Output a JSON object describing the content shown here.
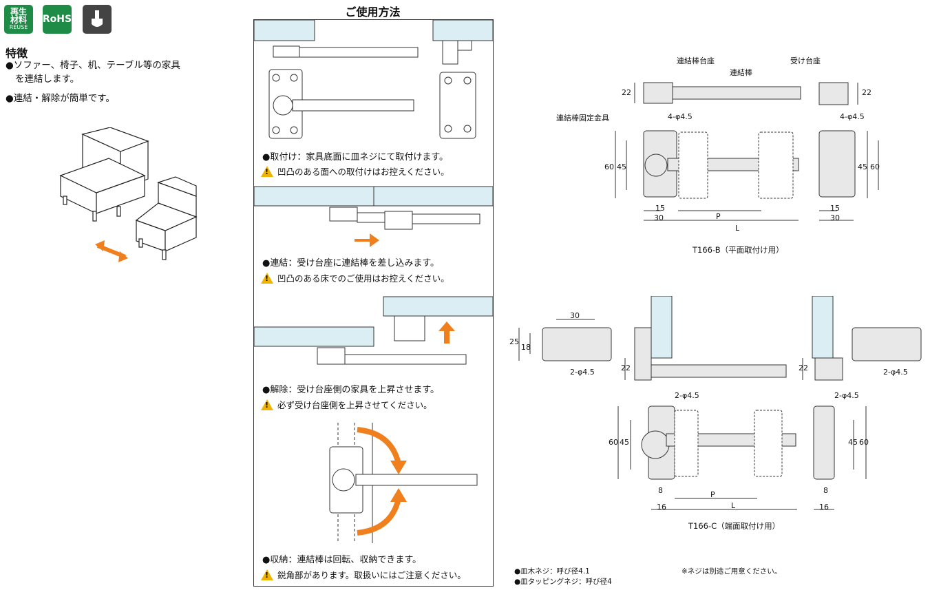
{
  "badges": {
    "recycle_line1": "再生",
    "recycle_line2": "材料",
    "recycle_sub": "REUSE",
    "rohs": "RoHS"
  },
  "features": {
    "title": "特徴",
    "items": [
      "●ソファー、椅子、机、テーブル等の家具",
      "を連結します。",
      "●連結・解除が簡単です。"
    ]
  },
  "usage": {
    "title": "ご使用方法",
    "steps": [
      {
        "text": "●取付け：家具底面に皿ネジにて取付けます。",
        "warning": "凹凸のある面への取付けはお控えください。"
      },
      {
        "text": "●連結：受け台座に連結棒を差し込みます。",
        "warning": "凹凸のある床でのご使用はお控えください。"
      },
      {
        "text": "●解除：受け台座側の家具を上昇させます。",
        "warning": "必ず受け台座側を上昇させてください。"
      },
      {
        "text": "●収納：連結棒は回転、収納できます。",
        "warning": "鋭角部があります。取扱いにはご注意ください。"
      }
    ],
    "warning_icon": "warning-triangle-icon",
    "accent_color": "#f07f1e"
  },
  "drawing_b": {
    "labels": {
      "base": "連結棒台座",
      "rod": "連結棒",
      "receiver": "受け台座",
      "bracket": "連結棒固定金具",
      "holes": "4-φ4.5",
      "holes_right": "4-φ4.5"
    },
    "dims": {
      "h22a": "22",
      "h22b": "22",
      "h60": "60",
      "h45": "45",
      "w15": "15",
      "w30": "30",
      "p": "P",
      "l": "L",
      "h45r": "45",
      "h60r": "60",
      "w15r": "15",
      "w30r": "30"
    },
    "caption": "T166-B（平面取付け用）"
  },
  "drawing_c": {
    "labels": {
      "w30": "30",
      "h25": "25",
      "h18": "18",
      "holes_a": "2-φ4.5",
      "holes_b": "2-φ4.5",
      "holes_c": "2-φ4.5",
      "holes_d": "2-φ4.5"
    },
    "dims": {
      "h22a": "22",
      "h22b": "22",
      "h60": "60",
      "h45": "45",
      "w8": "8",
      "w16": "16",
      "p": "P",
      "l": "L",
      "h45r": "45",
      "h60r": "60",
      "w8r": "8",
      "w16r": "16"
    },
    "caption": "T166-C（端面取付け用）"
  },
  "notes": {
    "screw1": "●皿木ネジ：呼び径4.1",
    "screw2": "●皿タッピングネジ：呼び径4",
    "separate": "※ネジは別途ご用意ください。"
  }
}
